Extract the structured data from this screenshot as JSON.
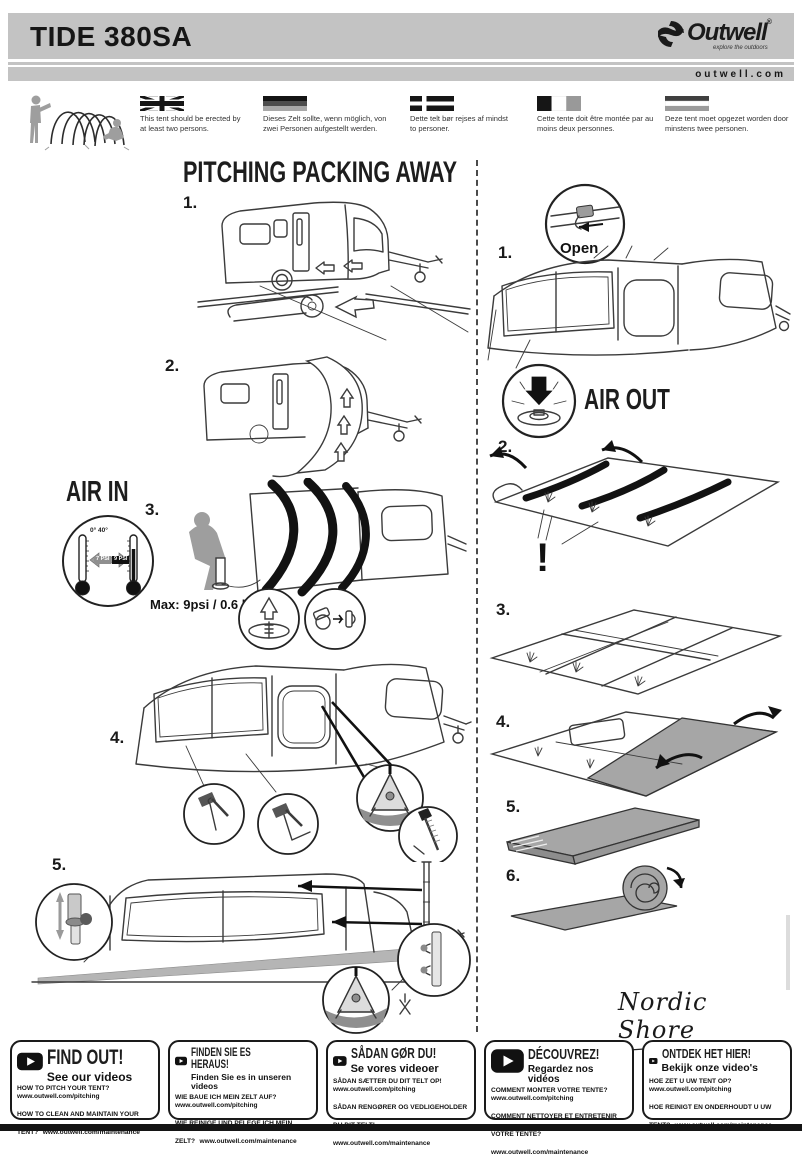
{
  "header": {
    "title": "TIDE 380SA",
    "brand": "Outwell",
    "brand_reg": "®",
    "brand_tagline": "explore the outdoors",
    "website": "outwell.com"
  },
  "warnings": {
    "items": [
      {
        "flag": "uk-flag",
        "text": "This tent should be erected by at least two persons."
      },
      {
        "flag": "germany-flag",
        "text": "Dieses Zelt sollte, wenn möglich, von zwei Personen aufgestellt werden."
      },
      {
        "flag": "denmark-flag",
        "text": "Dette telt bør rejses af mindst to personer."
      },
      {
        "flag": "france-flag",
        "text": "Cette tente doit être montée par au moins deux personnes."
      },
      {
        "flag": "netherlands-flag",
        "text": "Deze tent moet opgezet worden door minstens twee personen."
      }
    ]
  },
  "pitching": {
    "title": "PITCHING PACKING AWAY",
    "air_in_label": "AIR IN",
    "max_pressure": "Max: 9psi / 0.6 bar",
    "thermometer": {
      "temp_range": "0° 40°",
      "psi_low": "7 PSI",
      "psi_high": "9 PSI"
    },
    "step_labels": [
      "1.",
      "2.",
      "3.",
      "4.",
      "5."
    ]
  },
  "packing": {
    "open_label": "Open",
    "air_out_label": "AIR OUT",
    "attention_mark": "!",
    "step_labels": [
      "1.",
      "2.",
      "3.",
      "4.",
      "5.",
      "6."
    ]
  },
  "signature": "Nordic Shore",
  "footer": {
    "boxes": [
      {
        "heading": "FIND OUT!",
        "subheading": "See our videos",
        "q1": "HOW TO PITCH YOUR TENT?",
        "url1": "www.outwell.com/pitching",
        "q2": "HOW TO CLEAN AND MAINTAIN YOUR TENT?",
        "url2": "www.outwell.com/maintenance"
      },
      {
        "heading": "FINDEN SIE ES HERAUS!",
        "subheading": "Finden Sie es in unseren videos",
        "q1": "WIE BAUE ICH MEIN ZELT AUF?",
        "url1": "www.outwell.com/pitching",
        "q2": "WIE REINIGE UND PFLEGE ICH MEIN ZELT?",
        "url2": "www.outwell.com/maintenance"
      },
      {
        "heading": "SÅDAN GØR DU!",
        "subheading": "Se vores videoer",
        "q1": "SÅDAN SÆTTER DU DIT TELT OP!",
        "url1": "www.outwell.com/pitching",
        "q2": "SÅDAN RENGØRER OG VEDLIGEHOLDER DU DIT TELT!",
        "url2": "www.outwell.com/maintenance"
      },
      {
        "heading": "DÉCOUVREZ!",
        "subheading": "Regardez nos vidéos",
        "q1": "COMMENT MONTER VOTRE TENTE?",
        "url1": "www.outwell.com/pitching",
        "q2": "COMMENT NETTOYER ET ENTRETENIR VOTRE TENTE?",
        "url2": "www.outwell.com/maintenance"
      },
      {
        "heading": "ONTDEK HET HIER!",
        "subheading": "Bekijk onze video's",
        "q1": "HOE ZET U UW TENT OP?",
        "url1": "www.outwell.com/pitching",
        "q2": "HOE REINIGT EN ONDERHOUDT U UW TENT?",
        "url2": "www.outwell.com/maintenance"
      }
    ]
  }
}
